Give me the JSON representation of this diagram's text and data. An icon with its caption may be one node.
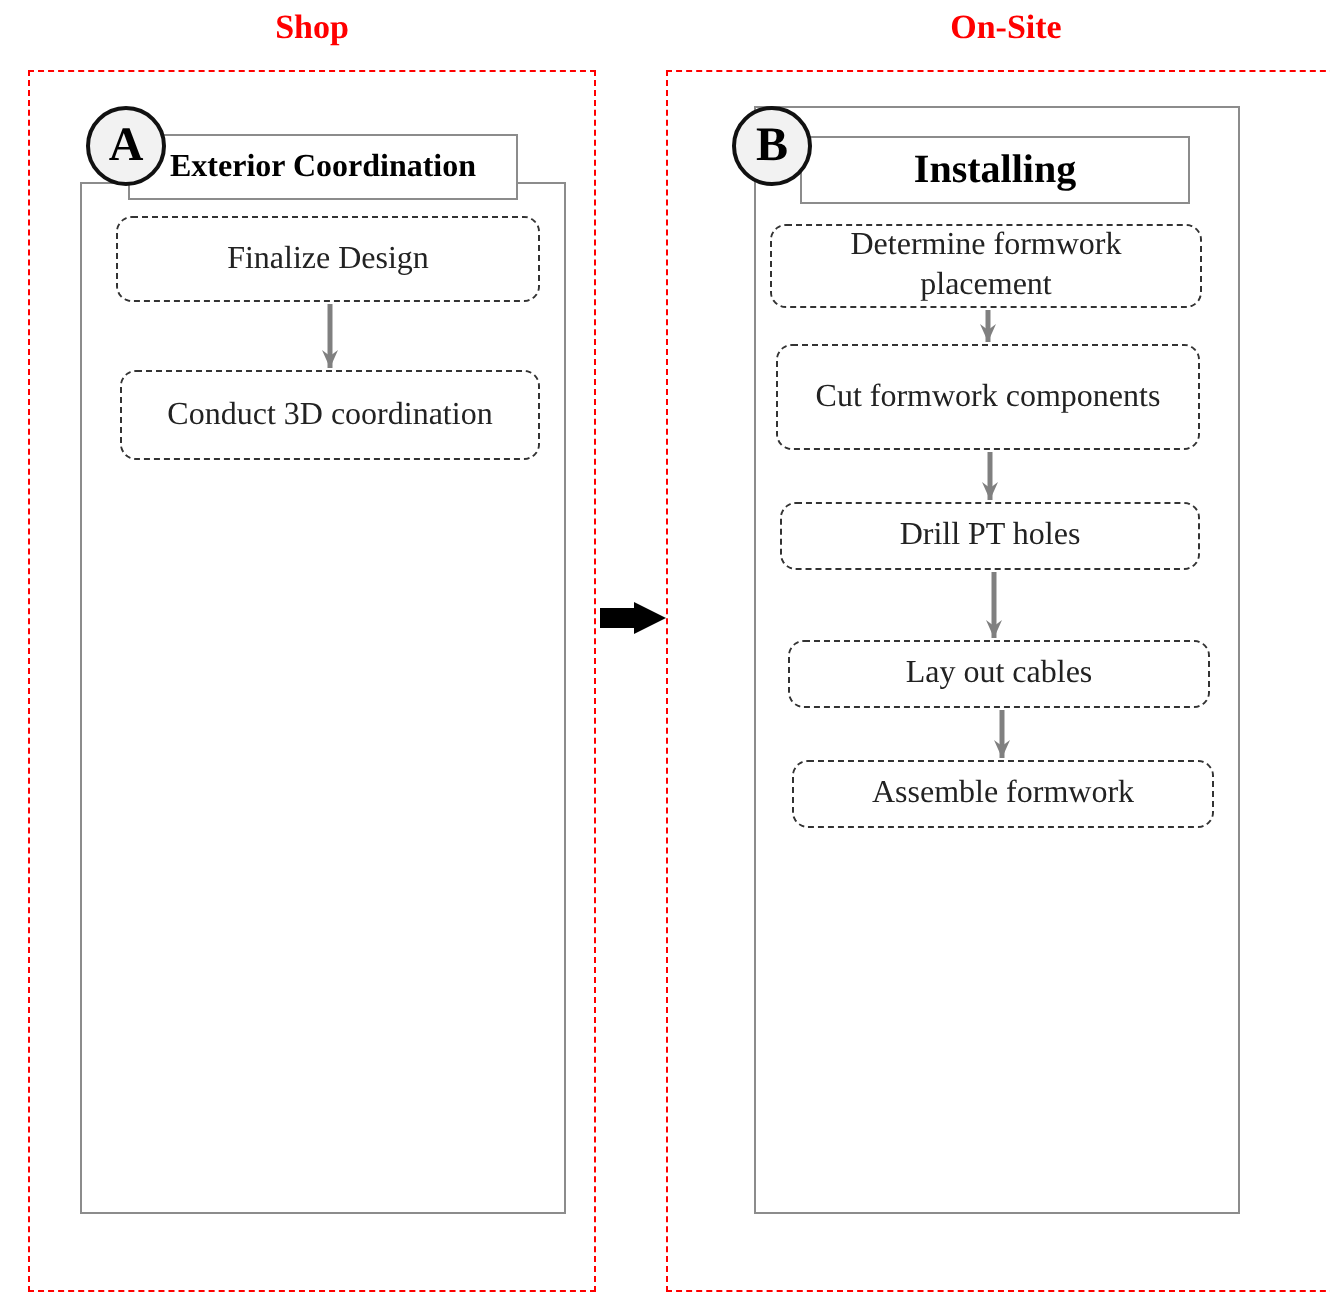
{
  "diagram": {
    "nodes": [
      {
        "text": [
          "Shop"
        ]
      },
      {
        "text": [
          "Exterior Coordination"
        ],
        "in": 0
      },
      {
        "text": [
          "A"
        ],
        "in": 0
      },
      {
        "text": [
          "Finalize Design"
        ],
        "in": 1
      },
      {
        "text": [
          "Conduct 3D coordination"
        ],
        "in": 1
      },
      {
        "text": [
          "On-Site"
        ]
      },
      {
        "text": [
          "Installing"
        ],
        "in": 5
      },
      {
        "text": [
          "B"
        ],
        "in": 6
      },
      {
        "text": [
          "Determine formwork placement"
        ],
        "in": 6
      },
      {
        "text": [
          "Cut formwork components"
        ],
        "in": 6
      },
      {
        "text": [
          "Drill PT holes"
        ],
        "in": 6
      },
      {
        "text": [
          "Lay out cables"
        ],
        "in": 6
      },
      {
        "text": [
          "Assemble formwork"
        ],
        "in": 6
      }
    ],
    "edges": [
      {
        "from": 3,
        "to": 4,
        "arrow": "to"
      },
      {
        "from": 8,
        "to": 9,
        "arrow": "to"
      },
      {
        "from": 9,
        "to": 10,
        "arrow": "to"
      },
      {
        "from": 10,
        "to": 11,
        "arrow": "to"
      },
      {
        "from": 11,
        "to": 12,
        "arrow": "to"
      },
      {
        "from": 0,
        "to": 5,
        "arrow": "to",
        "style": "thick",
        "color": "#000000"
      }
    ]
  }
}
